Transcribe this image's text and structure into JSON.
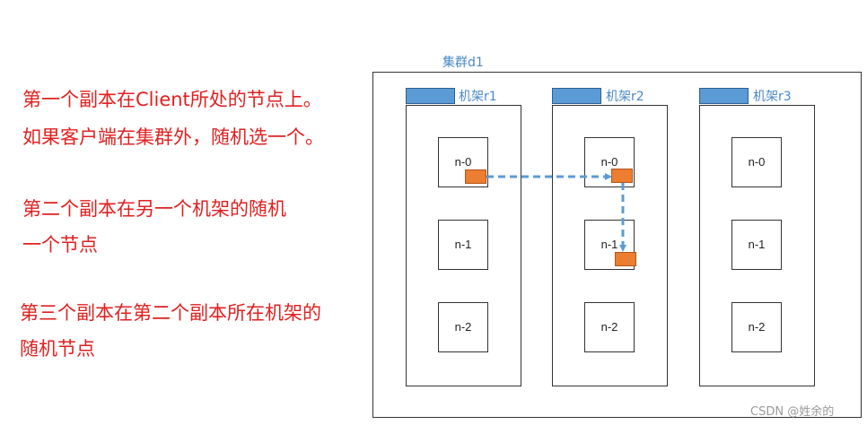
{
  "notes": {
    "line1": "第一个副本在Client所处的节点上。",
    "line2": "如果客户端在集群外，随机选一个。",
    "line3": "第二个副本在另一个机架的随机",
    "line4": "一个节点",
    "line5": "第三个副本在第二个副本所在机架的",
    "line6": "随机节点"
  },
  "cluster": {
    "label": "集群d1",
    "racks": [
      {
        "label": "机架r1",
        "nodes": [
          "n-0",
          "n-1",
          "n-2"
        ]
      },
      {
        "label": "机架r2",
        "nodes": [
          "n-0",
          "n-1",
          "n-2"
        ]
      },
      {
        "label": "机架r3",
        "nodes": [
          "n-0",
          "n-1",
          "n-2"
        ]
      }
    ]
  },
  "colors": {
    "text_red": "#e02020",
    "label_blue": "#4a88c8",
    "rack_tab": "#5b9bd5",
    "replica": "#ed7d31",
    "arrow": "#5b9bd5"
  },
  "watermark": "CSDN @姓余的"
}
